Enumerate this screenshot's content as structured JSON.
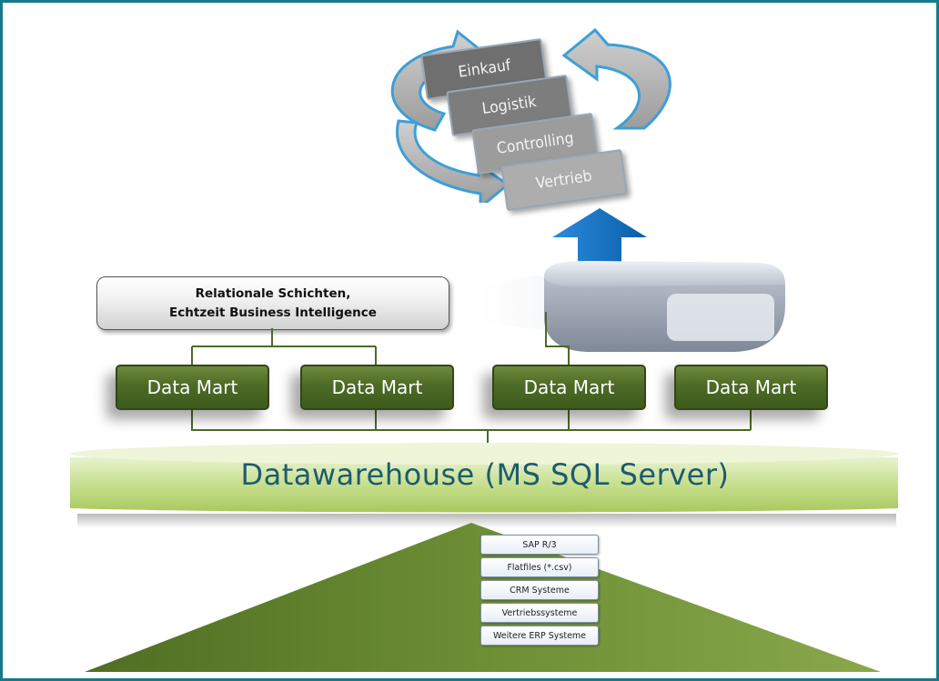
{
  "cycle": {
    "items": [
      "Einkauf",
      "Logistik",
      "Controlling",
      "Vertrieb"
    ]
  },
  "bi_box": {
    "line1": "Relationale Schichten,",
    "line2": "Echtzeit Business Intelligence"
  },
  "data_marts": [
    "Data Mart",
    "Data Mart",
    "Data Mart",
    "Data Mart"
  ],
  "warehouse": {
    "label": "Datawarehouse (MS SQL Server)"
  },
  "sources": [
    "SAP R/3",
    "Flatfiles (*.csv)",
    "CRM Systeme",
    "Vertriebssysteme",
    "Weitere ERP Systeme"
  ],
  "colors": {
    "frame": "#147a8a",
    "mart_green": "#4d6b26",
    "warehouse_green": "#b9d77a",
    "pyramid_green": "#6b8b33",
    "arrow_blue": "#0b6fc4",
    "warehouse_text": "#1d5b6e"
  }
}
